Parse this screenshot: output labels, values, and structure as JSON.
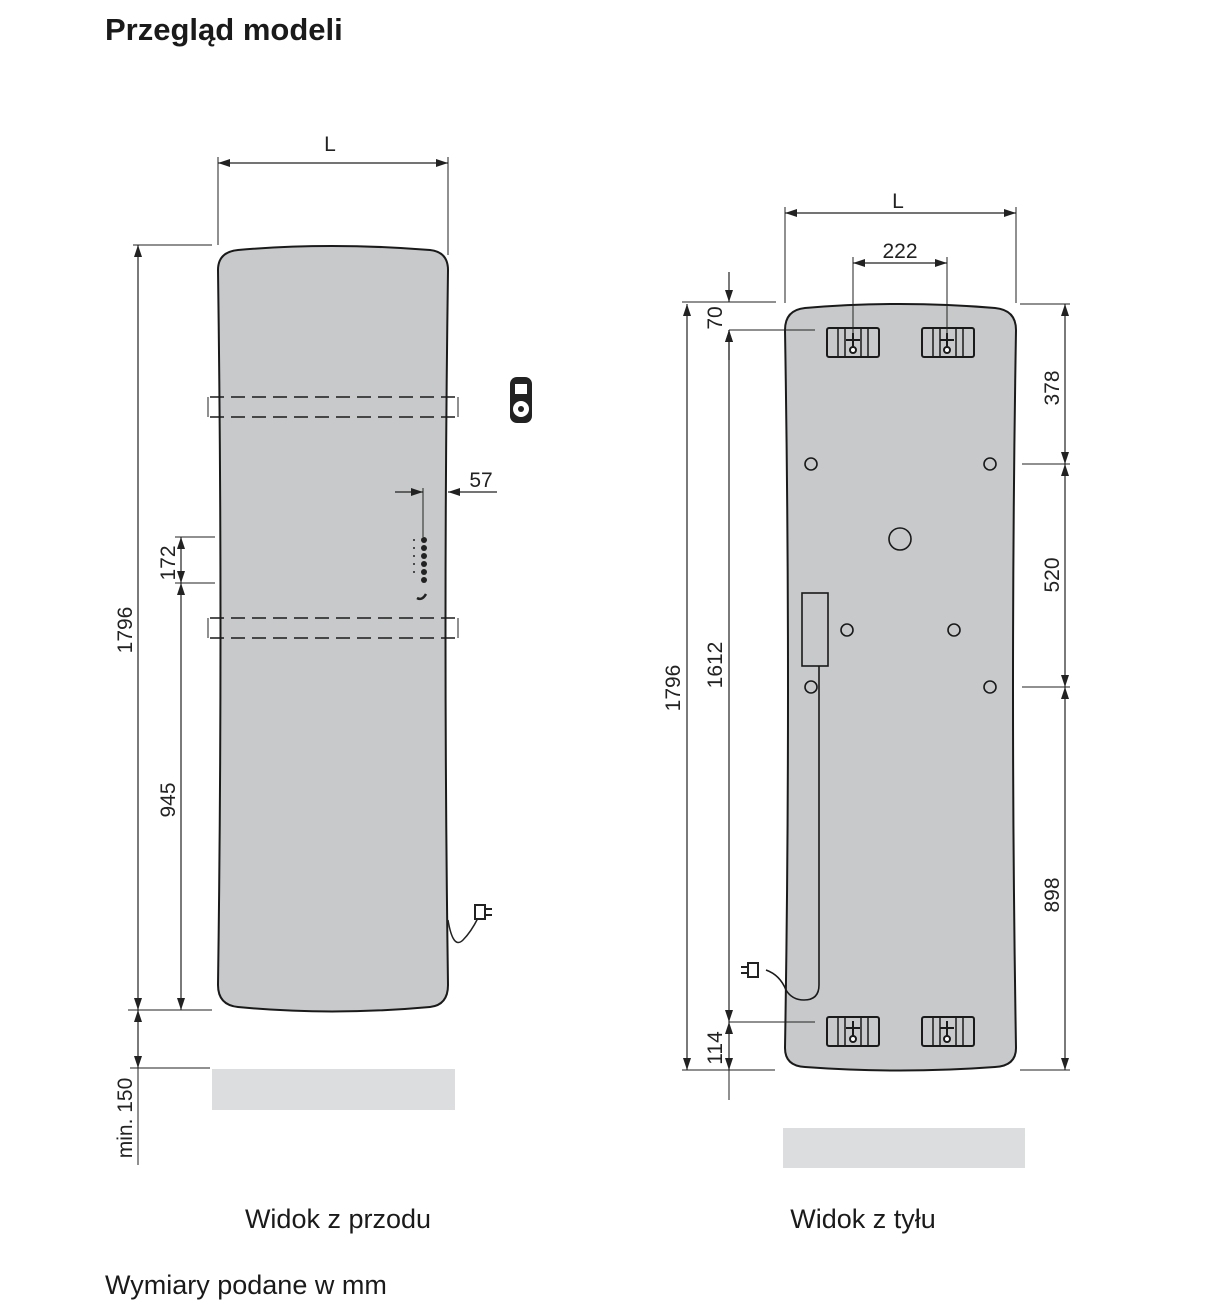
{
  "title": "Przegląd modeli",
  "front": {
    "caption": "Widok z przodu",
    "width_label": "L",
    "height_total": "1796",
    "control_height": "172",
    "control_offset": "945",
    "floor_clearance": "min. 150",
    "control_inset": "57"
  },
  "back": {
    "caption": "Widok z tyłu",
    "width_label": "L",
    "bracket_spacing": "222",
    "top_offset": "70",
    "bracket_span": "1612",
    "bottom_offset": "114",
    "height_total": "1796",
    "hole_top": "378",
    "hole_mid": "520",
    "hole_bottom": "898"
  },
  "footnote": "Wymiary podane w mm",
  "colors": {
    "panel": "#c8c9cb",
    "floor": "#dcdddf",
    "line": "#222222"
  }
}
